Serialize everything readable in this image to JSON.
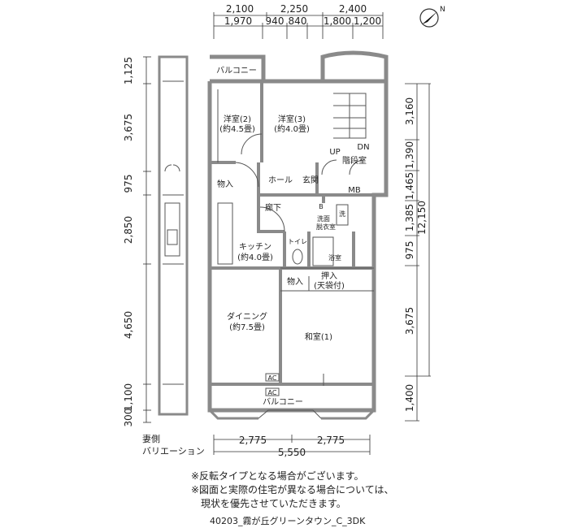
{
  "top_dims": {
    "row1": [
      "2,100",
      "2,250",
      "2,400"
    ],
    "row2": [
      "1,970",
      "940",
      "840",
      "1,800",
      "1,200"
    ]
  },
  "left_dims": [
    "1,125",
    "3,675",
    "975",
    "2,850",
    "4,650",
    "1,100",
    "300"
  ],
  "right_dims": [
    "3,160",
    "1,390",
    "1,465",
    "1,385",
    "975",
    "3,675",
    "1,400"
  ],
  "right_total": "12,150",
  "bottom_dims": {
    "row1": [
      "2,775",
      "2,775"
    ],
    "total": "5,550"
  },
  "rooms": {
    "balcony_top": "バルコニー",
    "western2": "洋室(2)",
    "western2_size": "(約4.5畳)",
    "western3": "洋室(3)",
    "western3_size": "(約4.0畳)",
    "stair": "階段室",
    "up": "UP",
    "dn": "DN",
    "storage1": "物入",
    "hall": "ホール",
    "entrance": "玄関",
    "mb": "MB",
    "corridor": "廊下",
    "b": "B",
    "washer": "洗",
    "washroom1": "洗面",
    "washroom2": "脱衣室",
    "kitchen": "キッチン",
    "kitchen_size": "(約4.0畳)",
    "toilet": "トイレ",
    "bath": "浴室",
    "storage2": "物入",
    "closet": "押入",
    "closet_note": "(天袋付)",
    "dining": "ダイニング",
    "dining_size": "(約7.5畳)",
    "japanese": "和室(1)",
    "ac1": "AC",
    "ac2": "AC",
    "balcony_bottom": "バルコニー"
  },
  "side_label": {
    "line1": "妻側",
    "line2": "バリエーション"
  },
  "notes": [
    "※反転タイプとなる場合がございます。",
    "※図面と実際の住宅が異なる場合については、",
    "　現状を優先させていただきます。"
  ],
  "caption": "40203_霧が丘グリーンタウン_C_3DK",
  "compass": "N"
}
